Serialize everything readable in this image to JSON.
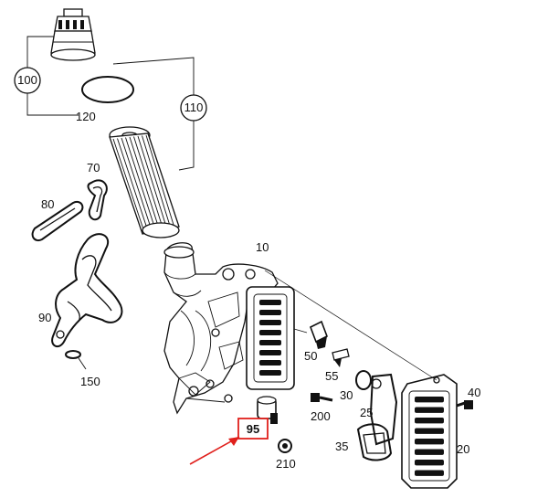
{
  "labels": {
    "p10": "10",
    "p20": "20",
    "p25": "25",
    "p30": "30",
    "p35": "35",
    "p40": "40",
    "p50": "50",
    "p55": "55",
    "p70": "70",
    "p80": "80",
    "p90": "90",
    "p95": "95",
    "p100": "100",
    "p110": "110",
    "p120": "120",
    "p150": "150",
    "p200": "200",
    "p210": "210"
  },
  "highlight": {
    "part": "95",
    "box_color": "#e0201c",
    "arrow_color": "#e0201c"
  },
  "icons": {
    "filter_cap": "oil-filter-cap-icon",
    "filter_element": "oil-filter-element-icon",
    "housing": "oil-filter-housing-icon",
    "cooler": "oil-cooler-icon"
  }
}
